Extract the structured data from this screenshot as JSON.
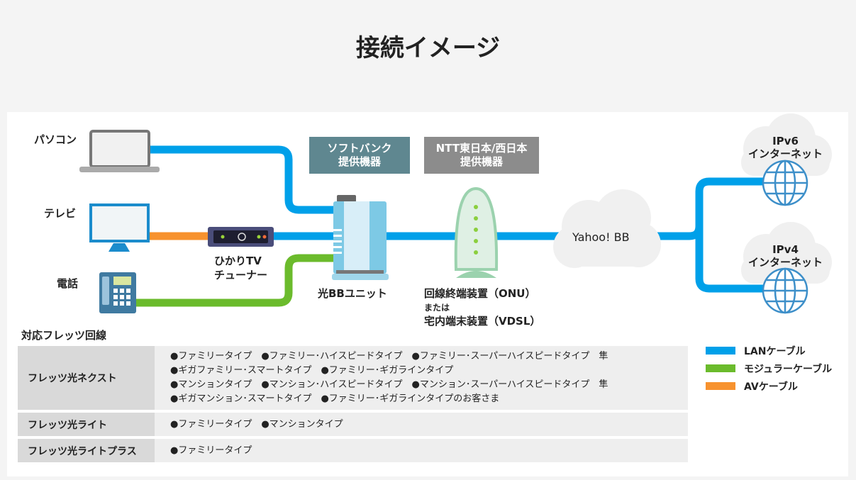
{
  "title": "接続イメージ",
  "devices": {
    "pc": "パソコン",
    "tv": "テレビ",
    "phone": "電話",
    "tuner": [
      "ひかりTV",
      "チューナー"
    ],
    "unit": "光BBユニット",
    "onu": [
      "回線終端装置（ONU）",
      "または",
      "宅内端末装置（VDSL）"
    ]
  },
  "provider_boxes": {
    "softbank": [
      "ソフトバンク",
      "提供機器"
    ],
    "ntt": [
      "NTT東日本/西日本",
      "提供機器"
    ]
  },
  "clouds": {
    "yahoo": "Yahoo! BB",
    "ipv6": [
      "IPv6",
      "インターネット"
    ],
    "ipv4": [
      "IPv4",
      "インターネット"
    ]
  },
  "legend": [
    {
      "label": "LANケーブル",
      "color": "#00a0e9"
    },
    {
      "label": "モジュラーケーブル",
      "color": "#6bbb2c"
    },
    {
      "label": "AVケーブル",
      "color": "#f7922e"
    }
  ],
  "table": {
    "heading": "対応フレッツ回線",
    "rows": [
      {
        "name": "フレッツ光ネクスト",
        "lines": [
          "●ファミリータイプ　●ファミリー･ハイスピードタイプ　●ファミリー･スーパーハイスピードタイプ　隼",
          "●ギガファミリー･スマートタイプ　●ファミリー･ギガラインタイプ",
          "●マンションタイプ　●マンション･ハイスピードタイプ　●マンション･スーパーハイスピードタイプ　隼",
          "●ギガマンション･スマートタイプ　●ファミリー･ギガラインタイプのお客さま"
        ]
      },
      {
        "name": "フレッツ光ライト",
        "lines": [
          "●ファミリータイプ　●マンションタイプ"
        ]
      },
      {
        "name": "フレッツ光ライトプラス",
        "lines": [
          "●ファミリータイプ"
        ]
      }
    ]
  }
}
